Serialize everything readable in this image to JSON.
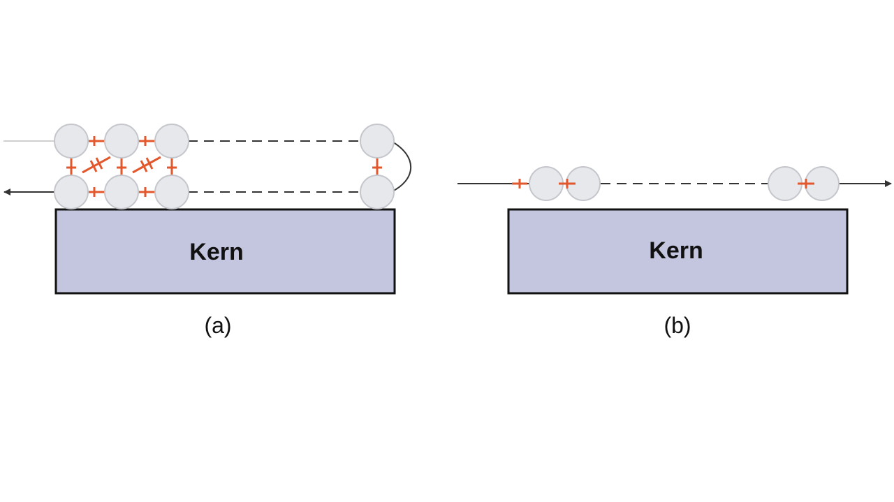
{
  "diagram": {
    "panels": [
      {
        "id": "a",
        "caption": "(a)",
        "core_label": "Kern",
        "configuration": "double strand, bases paired across and along",
        "circles_per_row": 4
      },
      {
        "id": "b",
        "caption": "(b)",
        "core_label": "Kern",
        "configuration": "single strand, linear chain",
        "circle_count": 4
      }
    ],
    "colors": {
      "bead_fill": "#e7e8ec",
      "bead_stroke": "#c4c6cc",
      "core_fill": "#c4c6e0",
      "core_stroke": "#111111",
      "bond_color": "#e2572b",
      "line_color": "#333333",
      "lead_line_color": "#cfcfcf"
    }
  }
}
